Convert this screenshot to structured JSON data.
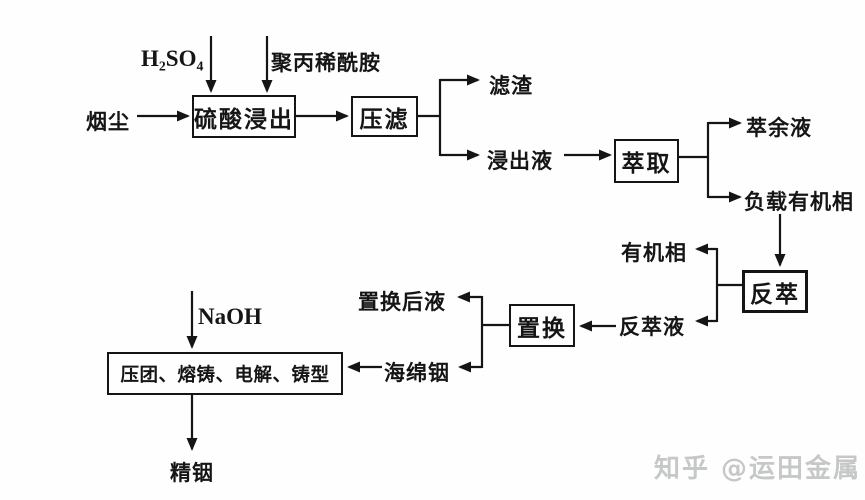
{
  "diagram": {
    "type": "process-flowchart",
    "subject": "indium-recovery-from-smoke-dust",
    "boxes": {
      "leach": "硫酸浸出",
      "filter": "压滤",
      "extract": "萃取",
      "strip": "反萃",
      "displace": "置换",
      "process": "压团、熔铸、电解、铸型"
    },
    "labels": {
      "feed": "烟尘",
      "h2so4": "H₂SO₄",
      "paam": "聚丙稀酰胺",
      "residue": "滤渣",
      "leachate": "浸出液",
      "raffinate": "萃余液",
      "loaded_organic": "负载有机相",
      "organic_phase": "有机相",
      "strip_liquor": "反萃液",
      "displaced_liquid": "置换后液",
      "sponge_indium": "海绵铟",
      "naoh": "NaOH",
      "product": "精铟"
    },
    "edges": [
      "烟尘 → 硫酸浸出",
      "H₂SO₄ → 硫酸浸出",
      "聚丙稀酰胺 → 硫酸浸出",
      "硫酸浸出 → 压滤",
      "压滤 → 滤渣",
      "压滤 → 浸出液",
      "浸出液 → 萃取",
      "萃取 → 萃余液",
      "萃取 → 负载有机相",
      "负载有机相 → 反萃",
      "反萃 → 有机相",
      "反萃 → 反萃液",
      "反萃液 → 置换",
      "置换 → 置换后液",
      "置换 → 海绵铟",
      "海绵铟 → 压团、熔铸、电解、铸型",
      "NaOH → 压团、熔铸、电解、铸型",
      "压团、熔铸、电解、铸型 → 精铟"
    ],
    "colors": {
      "ink": "#151515",
      "background": "#fefefe",
      "watermark": "#c6c8c8"
    },
    "watermark": "知乎 @运田金属"
  }
}
